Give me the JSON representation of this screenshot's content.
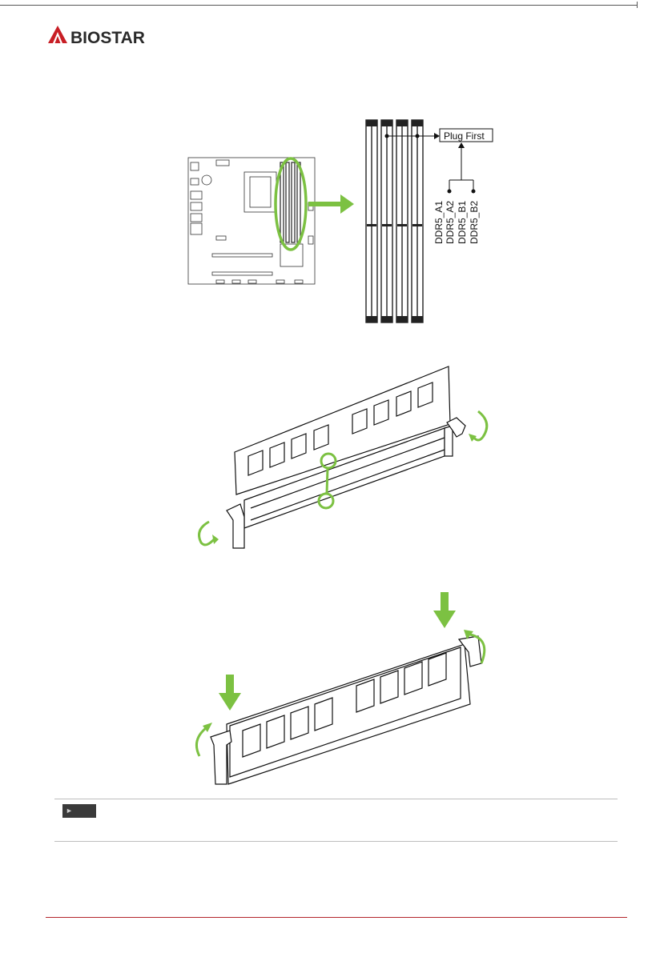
{
  "brand": {
    "logo_text": "BIOSTAR",
    "logo_color": "#c81e25",
    "logo_icon": "biostar-triangle-icon"
  },
  "diagram": {
    "plug_first_label": "Plug First",
    "slot_labels": [
      "DDR5_A1",
      "DDR5_A2",
      "DDR5_B1",
      "DDR5_B2"
    ],
    "highlight_color": "#7cc142"
  },
  "note": {
    "tag_icon": "play-triangle-icon",
    "tag_text": ""
  },
  "accent_color": "#b3262c"
}
